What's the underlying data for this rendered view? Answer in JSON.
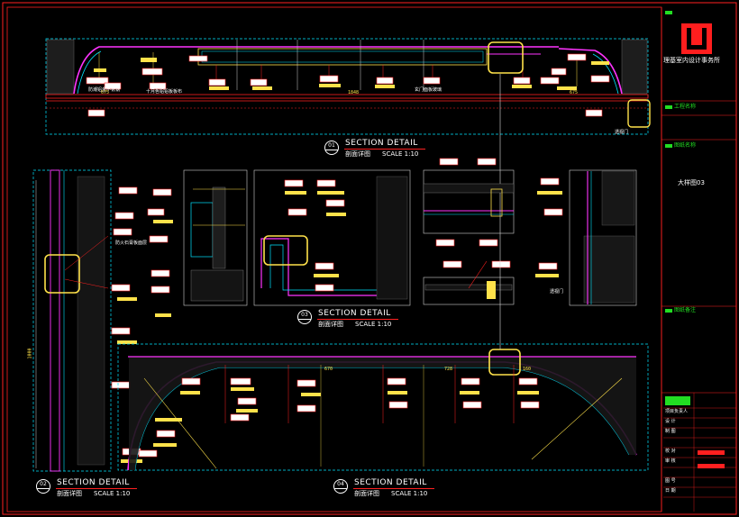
{
  "title_block": {
    "firm_name": "理基室内设计事务所",
    "section_project": "工程名称",
    "section_drawing": "图纸名称",
    "drawing_name": "大样图03",
    "section_remark": "图纸备注",
    "row_labels": [
      "项目负责人",
      "设 计",
      "制 图",
      "校 对",
      "审 核",
      "图 号",
      "日 期"
    ]
  },
  "details": [
    {
      "num": "01",
      "title": "SECTION DETAIL",
      "cn": "剖面详图",
      "scale": "SCALE 1:10"
    },
    {
      "num": "03",
      "title": "SECTION DETAIL",
      "cn": "剖面详图",
      "scale": "SCALE 1:10"
    },
    {
      "num": "02",
      "title": "SECTION DETAIL",
      "cn": "剖面详图",
      "scale": "SCALE 1:10"
    },
    {
      "num": "04",
      "title": "SECTION DETAIL",
      "cn": "剖面详图",
      "scale": "SCALE 1:10"
    }
  ],
  "notes": {
    "d1_left": "防潮铝金不锈钢",
    "d1_fill": "十月色铝铝板板布",
    "d1_mid": "玄门面板玻璃",
    "d1_right": "透视门",
    "d3_right": "透视门",
    "d2_mid": "防火石膏板面层"
  },
  "dims": {
    "d1_a": "675",
    "d1_b": "1848",
    "d1_c": "675",
    "d4_a": "670",
    "d4_b": "728",
    "d4_c": "160",
    "d2_v": "1000"
  },
  "colors": {
    "frame": "#ff2020",
    "cyan": "#00e5ff",
    "yellow": "#ffe24a",
    "green": "#22dd22",
    "magenta": "#ff33ff"
  }
}
